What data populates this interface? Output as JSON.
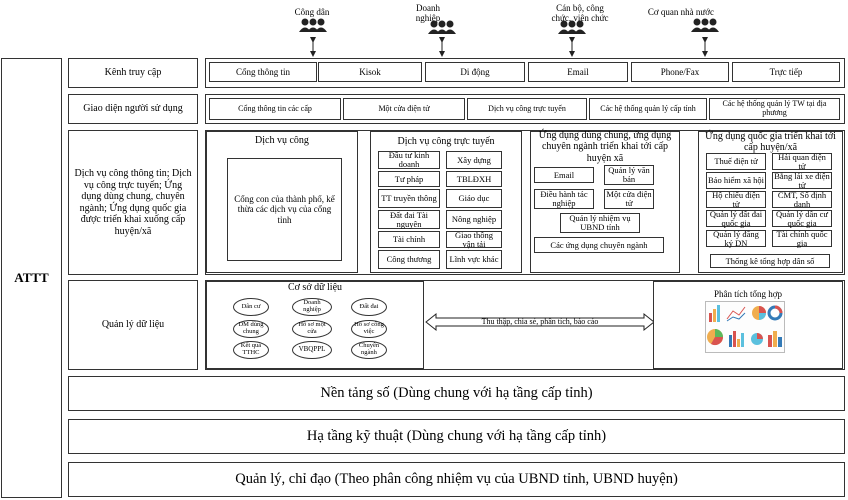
{
  "actors": [
    {
      "label": "Công dân",
      "icon": "people-icon"
    },
    {
      "label": "Doanh\nnghiệp",
      "icon": "people-icon"
    },
    {
      "label": "Cán bộ, công\nchức, viên chức",
      "icon": "people-icon"
    },
    {
      "label": "Cơ quan nhà nước",
      "icon": "people-icon"
    }
  ],
  "attt_label": "ATTT",
  "rows": {
    "access": {
      "label": "Kênh truy cập",
      "items": [
        "Cổng thông tin",
        "Kisok",
        "Di động",
        "Email",
        "Phone/Fax",
        "Trực tiếp"
      ]
    },
    "ui": {
      "label": "Giao diện người sử dụng",
      "items": [
        "Cổng thông tin các cấp",
        "Một cửa điện tử",
        "Dịch vụ công trực tuyến",
        "Các hệ thống quản lý cấp tỉnh",
        "Các hệ thống quản lý TW tại địa phương"
      ]
    },
    "services": {
      "label": "Dịch vụ công thông tin; Dịch vụ công trực tuyến; Ứng dụng dùng chung, chuyên ngành; Ứng dụng quốc gia được triển khai xuống cấp huyện/xã",
      "public_service": {
        "title": "Dịch vụ công",
        "inner": "Cổng con của thành phố, kế thừa các dịch vụ của cổng tỉnh"
      },
      "online_service": {
        "title": "Dịch vụ công trực tuyến",
        "items": [
          "Đầu tư kinh doanh",
          "Xây dựng",
          "Tư pháp",
          "TBLĐXH",
          "TT truyền thông",
          "Giáo dục",
          "Đất đai Tài nguyên",
          "Nông nghiệp",
          "Tài chính",
          "Giao thông vận tải",
          "Công thương",
          "Lĩnh vực khác"
        ]
      },
      "shared_apps": {
        "title": "Ứng dụng dùng chung, ứng dụng chuyên ngành triển khai tới cấp huyện xã",
        "items": [
          "Email",
          "Quản lý văn bản",
          "Điều hành tác nghiệp",
          "Một cửa điện tử"
        ],
        "wide1": "Quản lý nhiệm vụ UBND tỉnh",
        "wide2": "Các ứng dụng chuyên ngành"
      },
      "national_apps": {
        "title": "Ứng dụng quốc gia triển khai tới cấp huyện/xã",
        "items": [
          "Thuế điện tử",
          "Hải quan điện tử",
          "Bảo hiểm xã hội",
          "Bằng lái xe điện tử",
          "Hộ chiếu điện tử",
          "CMT, Số định danh",
          "Quản lý đất đai quốc gia",
          "Quản lý dân cư quốc gia",
          "Quản lý đăng ký DN",
          "Tài chính quốc gia"
        ],
        "wide": "Thống kê tổng hợp dân số"
      }
    },
    "data": {
      "label": "Quản lý dữ liệu",
      "db_title": "Cơ sở dữ liệu",
      "databases": [
        "Dân cư",
        "Doanh nghiệp",
        "Đất đai",
        "DM dùng chung",
        "Hồ sơ một cửa",
        "Hồ sơ công việc",
        "Kết quả TTHC",
        "VBQPPL",
        "Chuyên ngành"
      ],
      "arrow_label": "Thu thập, chia sẻ, phân tích, báo cáo",
      "analysis_title": "Phân tích tổng hợp"
    }
  },
  "bottom": [
    "Nền tảng số (Dùng chung với hạ tầng cấp tỉnh)",
    "Hạ tầng kỹ thuật (Dùng chung với hạ tầng cấp tỉnh)",
    "Quản lý, chỉ đạo (Theo phân công nhiệm vụ của UBND tỉnh, UBND huyện)"
  ]
}
